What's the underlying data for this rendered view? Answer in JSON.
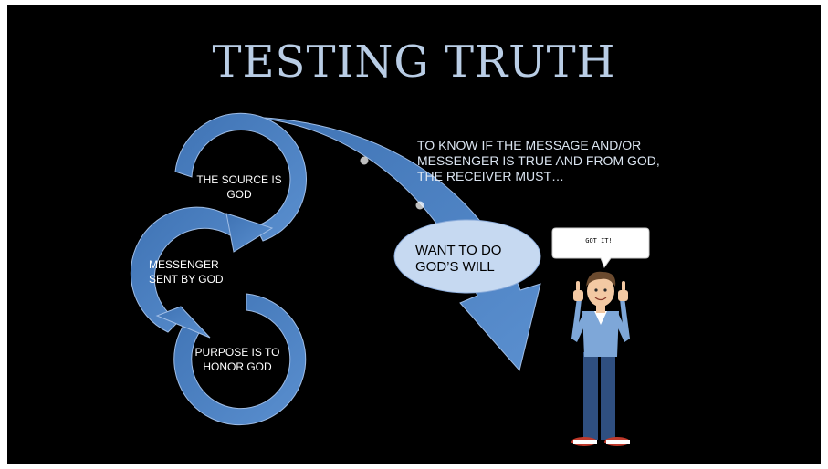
{
  "slide": {
    "title": "TESTING TRUTH",
    "intro": "TO KNOW IF THE MESSAGE AND/OR MESSENGER IS TRUE AND FROM GOD, THE RECEIVER MUST…"
  },
  "cycle": {
    "steps": [
      {
        "label_line1": "THE SOURCE IS",
        "label_line2": "GOD"
      },
      {
        "label_line1": "MESSENGER",
        "label_line2": "SENT BY GOD"
      },
      {
        "label_line1": "PURPOSE IS TO",
        "label_line2": "HONOR GOD"
      }
    ]
  },
  "outcome": {
    "line1": "WANT TO DO",
    "line2": "GOD’S WILL"
  },
  "character": {
    "speech_bubble": "GOT IT!"
  },
  "colors": {
    "background": "#000000",
    "arrow": "#4a7ebb",
    "title": "#b9cde5",
    "oval": "#c6d9f1"
  }
}
